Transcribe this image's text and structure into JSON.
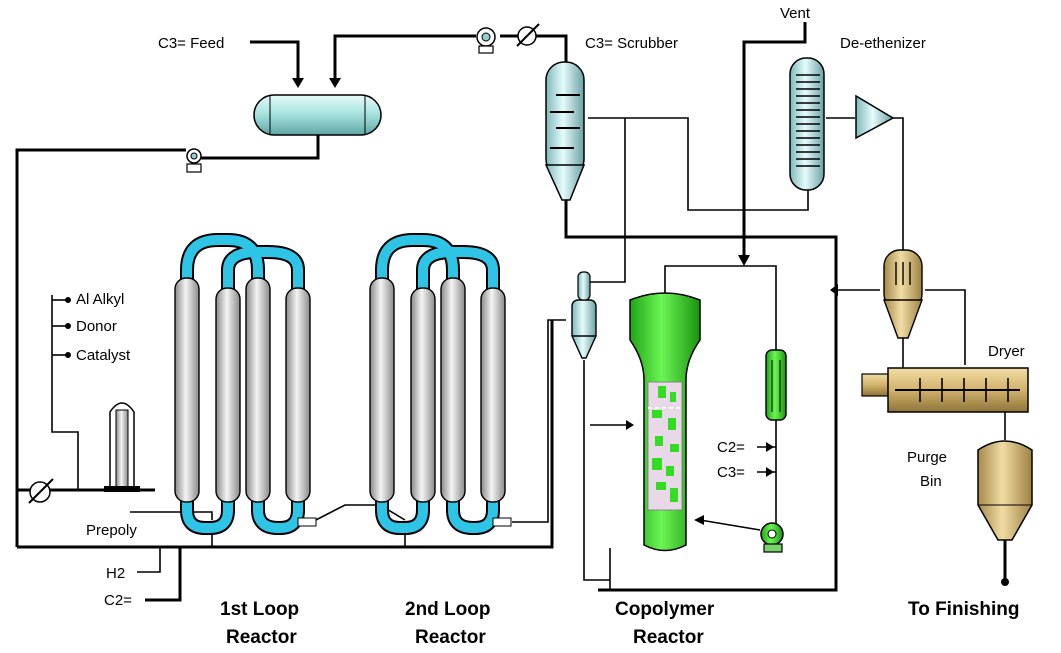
{
  "labels": {
    "c3_feed": "C3= Feed",
    "c3_scrubber": "C3= Scrubber",
    "vent": "Vent",
    "de_ethenizer": "De-ethenizer",
    "al_alkyl": "Al Alkyl",
    "donor": "Donor",
    "catalyst": "Catalyst",
    "prepoly": "Prepoly",
    "h2": "H2",
    "c2_bottom": "C2=",
    "loop1_l1": "1st Loop",
    "loop1_l2": "Reactor",
    "loop2_l1": "2nd Loop",
    "loop2_l2": "Reactor",
    "copolymer_l1": "Copolymer",
    "copolymer_l2": "Reactor",
    "c2_right": "C2=",
    "c3_right": "C3=",
    "dryer": "Dryer",
    "purge_l1": "Purge",
    "purge_l2": "Bin",
    "to_finishing": "To Finishing"
  },
  "colors": {
    "feed_drum": "#a8e4e0",
    "scrubber": "#bfe9ea",
    "loop_pipe": "#2ec4e6",
    "loop_leg": "#d8d8d8",
    "copolymer": "#33dd22",
    "cyclone": "#e0c07a",
    "dryer": "#d8bb77",
    "purge_bin": "#c9a85a"
  },
  "icons": [
    "pump-icon",
    "valve-icon",
    "compressor-icon",
    "flash-drum-icon"
  ]
}
